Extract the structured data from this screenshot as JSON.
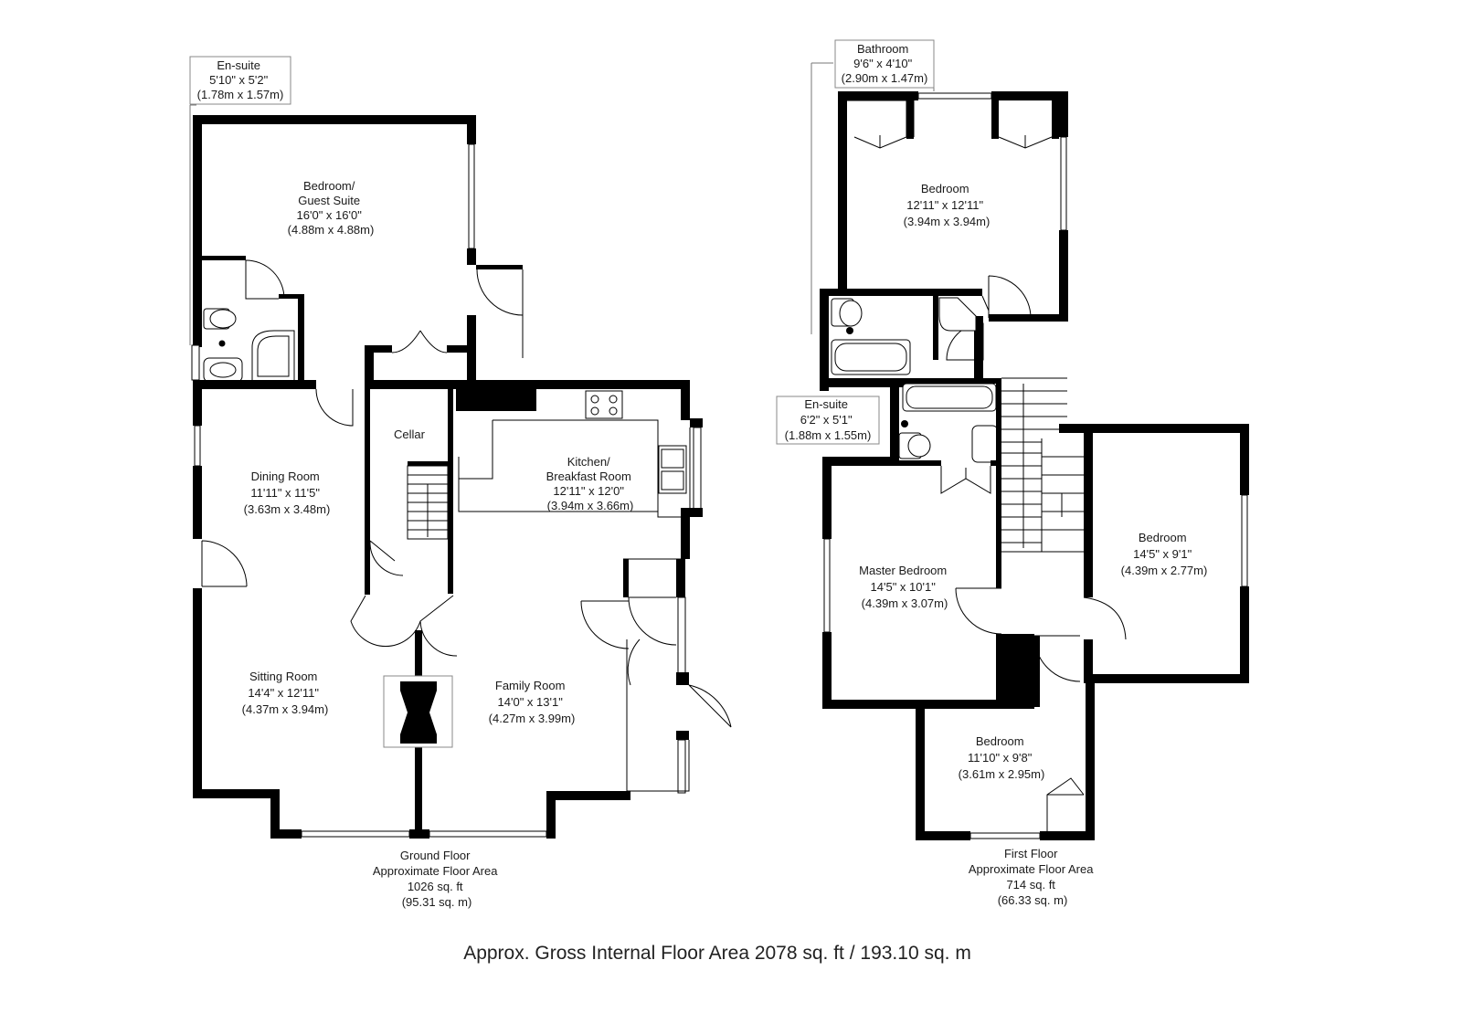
{
  "ground_floor": {
    "rooms": [
      {
        "id": "ensuite-gf",
        "lines": [
          "En-suite",
          "5'10\" x 5'2\"",
          "(1.78m x 1.57m)"
        ]
      },
      {
        "id": "bedroom-guest-suite",
        "lines": [
          "Bedroom/",
          "Guest Suite",
          "16'0\" x 16'0\"",
          "(4.88m x 4.88m)"
        ]
      },
      {
        "id": "cellar",
        "lines": [
          "Cellar"
        ]
      },
      {
        "id": "dining-room",
        "lines": [
          "Dining Room",
          "11'11\" x 11'5\"",
          "(3.63m x 3.48m)"
        ]
      },
      {
        "id": "kitchen-breakfast-room",
        "lines": [
          "Kitchen/",
          "Breakfast Room",
          "12'11\" x 12'0\"",
          "(3.94m x 3.66m)"
        ]
      },
      {
        "id": "sitting-room",
        "lines": [
          "Sitting Room",
          "14'4\" x 12'11\"",
          "(4.37m x 3.94m)"
        ]
      },
      {
        "id": "family-room",
        "lines": [
          "Family Room",
          "14'0\" x 13'1\"",
          "(4.27m x 3.99m)"
        ]
      }
    ],
    "area_lines": [
      "Ground Floor",
      "Approximate Floor Area",
      "1026 sq. ft",
      "(95.31 sq. m)"
    ]
  },
  "first_floor": {
    "rooms": [
      {
        "id": "bathroom",
        "lines": [
          "Bathroom",
          "9'6\" x 4'10\"",
          "(2.90m x 1.47m)"
        ]
      },
      {
        "id": "bedroom-front",
        "lines": [
          "Bedroom",
          "12'11\" x 12'11\"",
          "(3.94m x 3.94m)"
        ]
      },
      {
        "id": "ensuite-ff",
        "lines": [
          "En-suite",
          "6'2\" x 5'1\"",
          "(1.88m x 1.55m)"
        ]
      },
      {
        "id": "master-bedroom",
        "lines": [
          "Master Bedroom",
          "14'5\" x 10'1\"",
          "(4.39m x 3.07m)"
        ]
      },
      {
        "id": "bedroom-side",
        "lines": [
          "Bedroom",
          "14'5\" x 9'1\"",
          "(4.39m x 2.77m)"
        ]
      },
      {
        "id": "bedroom-rear",
        "lines": [
          "Bedroom",
          "11'10\" x 9'8\"",
          "(3.61m x 2.95m)"
        ]
      }
    ],
    "area_lines": [
      "First Floor",
      "Approximate Floor Area",
      "714 sq. ft",
      "(66.33 sq. m)"
    ]
  },
  "gross_area": "Approx. Gross Internal Floor Area 2078 sq. ft / 193.10 sq. m",
  "colors": {
    "walls": "#000000",
    "background": "#ffffff",
    "text": "#1a1a1a"
  }
}
